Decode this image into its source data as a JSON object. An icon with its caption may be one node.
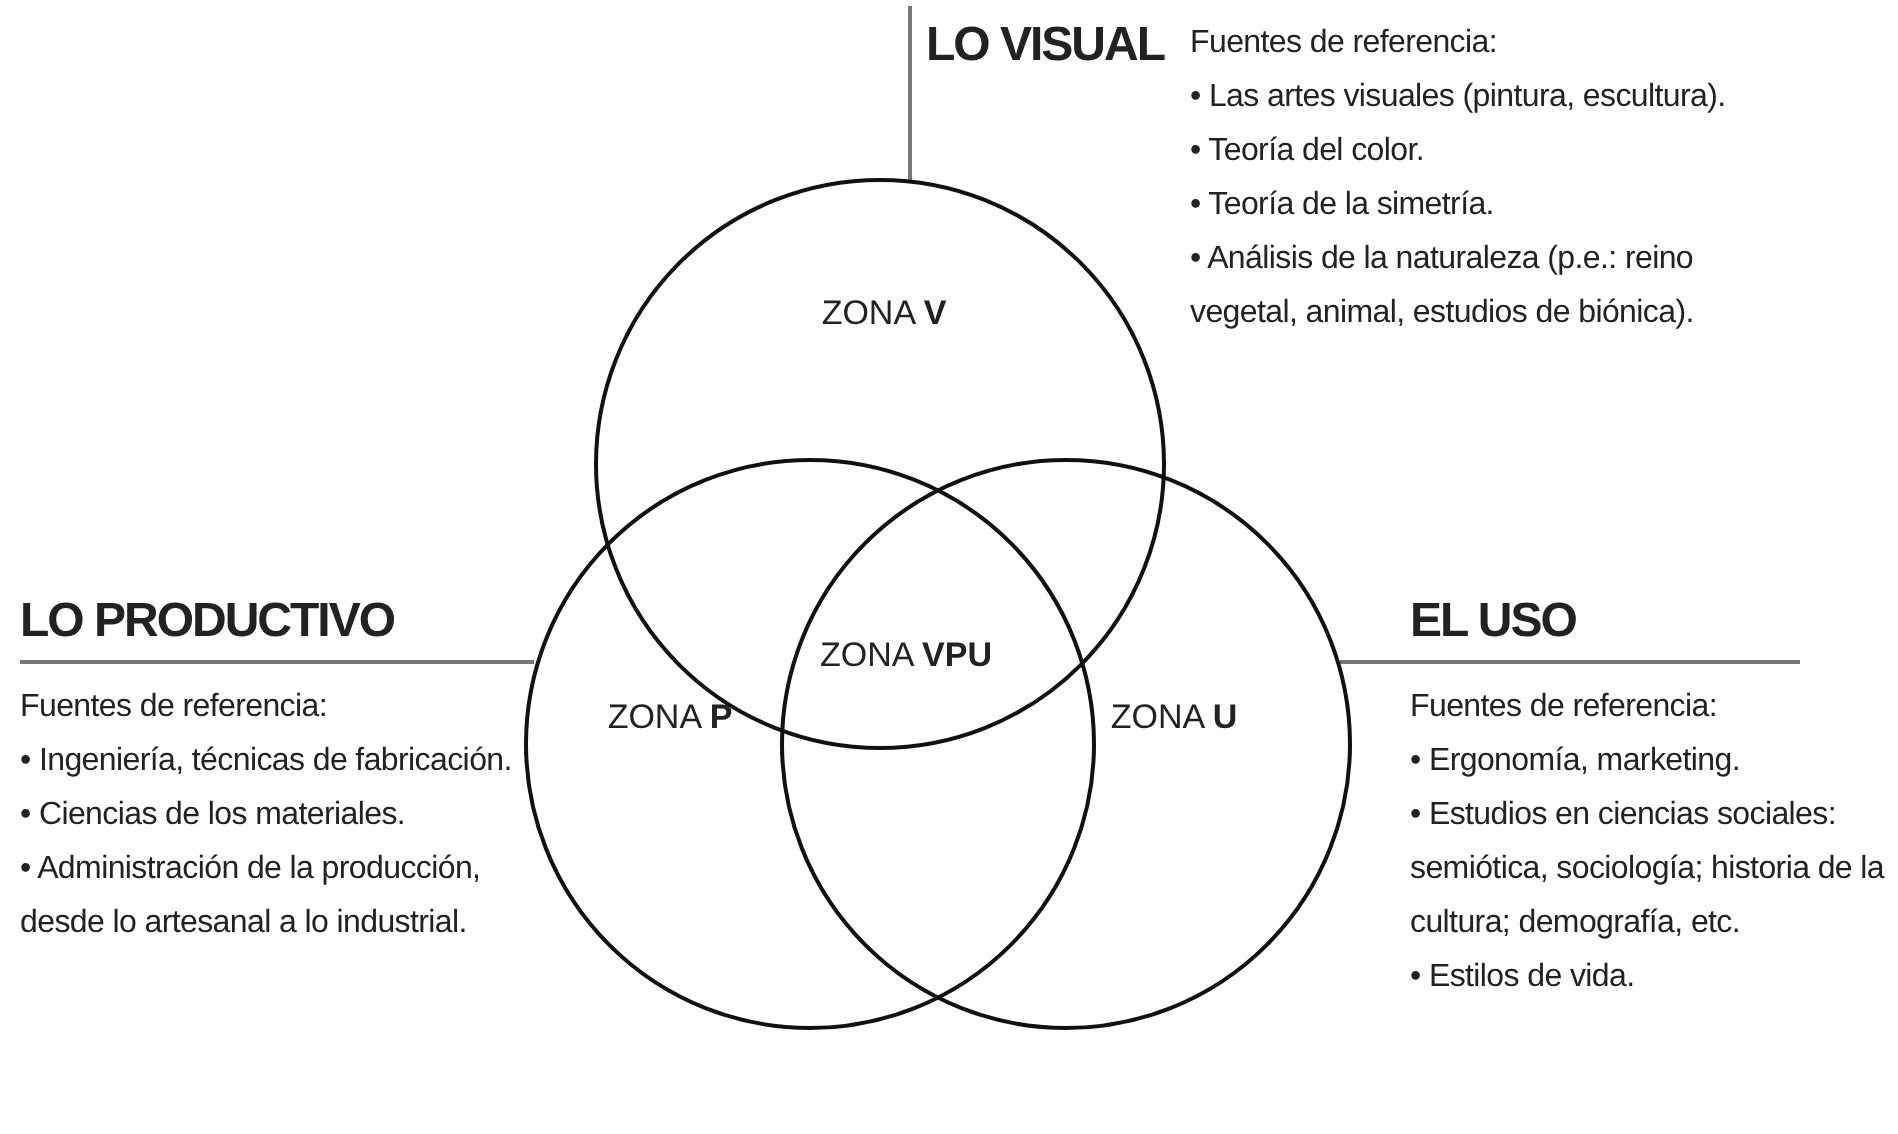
{
  "diagram": {
    "nodes": [
      {
        "text": [
          "LO VISUAL",
          "Fuentes de referencia:",
          "• Las artes visuales (pintura, escultura).",
          "• Teoría del color.",
          "• Teoría de la simetría.",
          "• Análisis de la naturaleza (p.e.: reino vegetal, animal, estudios de biónica)."
        ]
      },
      {
        "text": [
          "ZONA **V**"
        ]
      },
      {
        "text": [
          "LO PRODUCTIVO",
          "Fuentes de referencia:",
          "• Ingeniería, técnicas de fabricación.",
          "• Ciencias de los materiales.",
          "• Administración de la producción, desde lo artesanal a lo industrial."
        ]
      },
      {
        "text": [
          "ZONA **P**"
        ]
      },
      {
        "text": [
          "ZONA **U**"
        ]
      },
      {
        "text": [
          "EL USO",
          "Fuentes de referencia:",
          "• Ergonomía, marketing.",
          "• Estudios en ciencias sociales: semiótica, sociología; historia de la cultura; demografía, etc.",
          "• Estilos de vida."
        ]
      }
    ],
    "edges": [
      {
        "from": 0,
        "to": 1,
        "arrow": "none"
      },
      {
        "from": 2,
        "to": 3,
        "arrow": "none"
      },
      {
        "from": 5,
        "to": 4,
        "arrow": "none"
      }
    ],
    "labels": [
      "ZONA **VPU**"
    ]
  }
}
